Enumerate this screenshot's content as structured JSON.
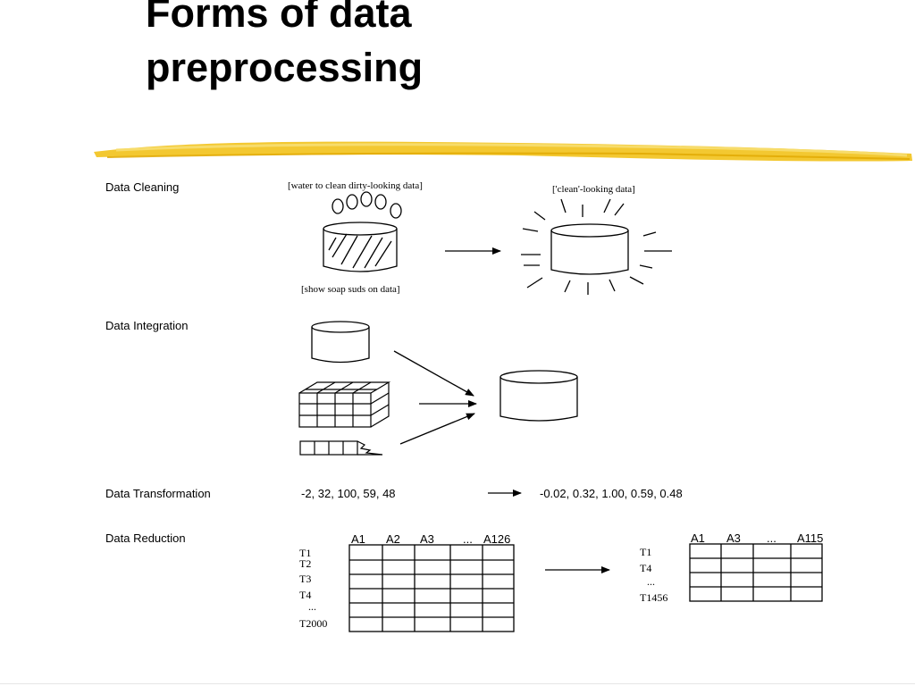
{
  "title": {
    "line1": "Forms of data",
    "line2": "preprocessing"
  },
  "accent_color": "#f2c21b",
  "sections": {
    "cleaning": {
      "label": "Data Cleaning",
      "note_water": "[water to clean dirty-looking data]",
      "note_clean": "['clean'-looking data]",
      "note_soap": "[show soap suds on data]"
    },
    "integration": {
      "label": "Data Integration"
    },
    "transformation": {
      "label": "Data Transformation",
      "input": "-2, 32, 100, 59, 48",
      "output": "-0.02, 0.32, 1.00, 0.59, 0.48"
    },
    "reduction": {
      "label": "Data Reduction",
      "left_table": {
        "headers": [
          "A1",
          "A2",
          "A3",
          "...",
          "A126"
        ],
        "rows": [
          "T1",
          "T2",
          "T3",
          "T4",
          "...",
          "T2000"
        ]
      },
      "right_table": {
        "headers": [
          "A1",
          "A3",
          "...",
          "A115"
        ],
        "rows": [
          "T1",
          "T4",
          "...",
          "T1456"
        ]
      }
    }
  }
}
